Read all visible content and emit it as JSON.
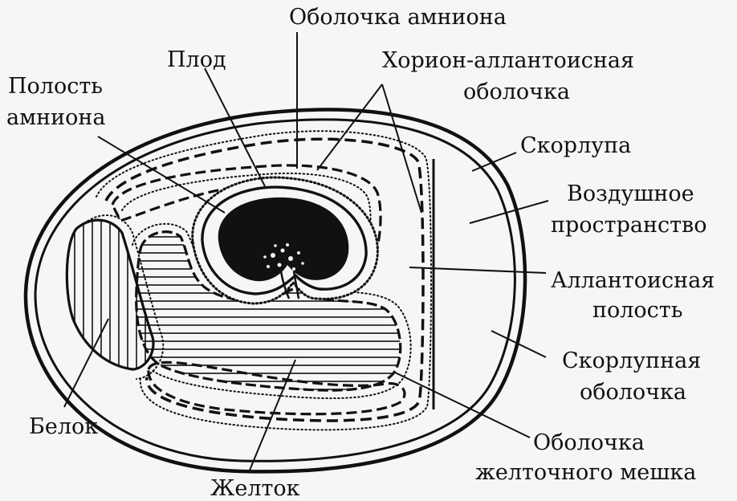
{
  "labels": {
    "amnion_membrane": "Оболочка амниона",
    "fetus": "Плод",
    "chorion_1": "Хорион-аллантоисная",
    "chorion_2": "оболочка",
    "amnion_cavity_1": "Полость",
    "amnion_cavity_2": "амниона",
    "shell": "Скорлупа",
    "air_1": "Воздушное",
    "air_2": "пространство",
    "allantois_1": "Аллантоисная",
    "allantois_2": "полость",
    "shell_membrane_1": "Скорлупная",
    "shell_membrane_2": "оболочка",
    "yolk_sac_1": "Оболочка",
    "yolk_sac_2": "желточного мешка",
    "albumen": "Белок",
    "yolk": "Желток"
  },
  "colors": {
    "ink": "#111111",
    "background": "#f6f6f6",
    "fill": "#f6f6f6"
  }
}
